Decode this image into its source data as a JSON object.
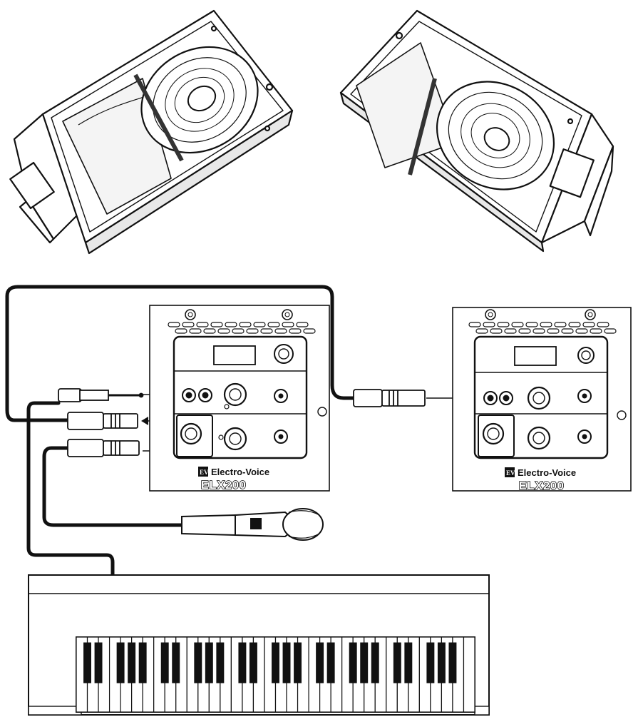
{
  "panels": [
    {
      "brand": "Electro-Voice",
      "model": "ELX200",
      "logo": "EV"
    },
    {
      "brand": "Electro-Voice",
      "model": "ELX200",
      "logo": "EV"
    }
  ],
  "keyboard": {
    "white_keys": 36
  },
  "icons": [
    "loudspeaker-icon",
    "xlr-connector-icon",
    "trs-jack-icon",
    "microphone-icon",
    "keyboard-icon"
  ]
}
